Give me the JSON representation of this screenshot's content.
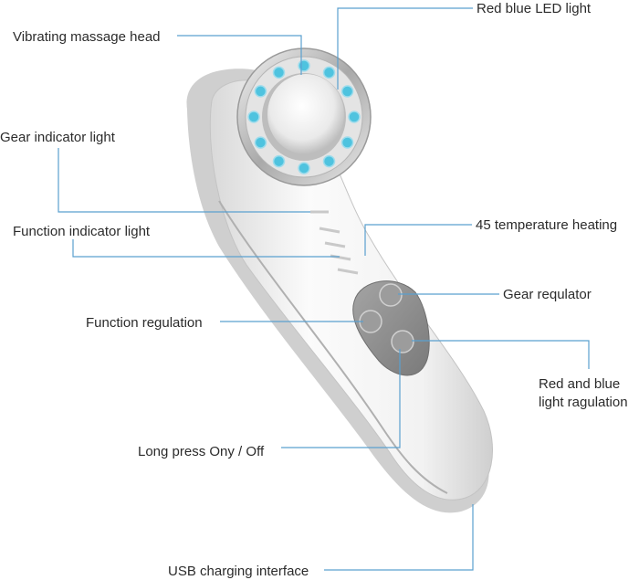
{
  "colors": {
    "leader_line": "#5aa0cf",
    "led": "#4fc3df",
    "body": "#f1f1f1",
    "button_panel": "#8e8e8e",
    "chrome": "#c8c8c8"
  },
  "icons": [
    "led-light",
    "mode-button",
    "plus-button",
    "power-button"
  ],
  "labels": {
    "red_blue_led": "Red blue LED light",
    "vibrating_head": "Vibrating massage head",
    "gear_indicator": "Gear indicator light",
    "function_indicator": "Function indicator light",
    "temperature": "45 temperature heating",
    "gear_regulator": "Gear requlator",
    "function_regulation": "Function regulation",
    "red_blue_regulation_line1": "Red and blue",
    "red_blue_regulation_line2": "light ragulation",
    "long_press": "Long press Ony / Off",
    "usb": "USB charging interface"
  }
}
